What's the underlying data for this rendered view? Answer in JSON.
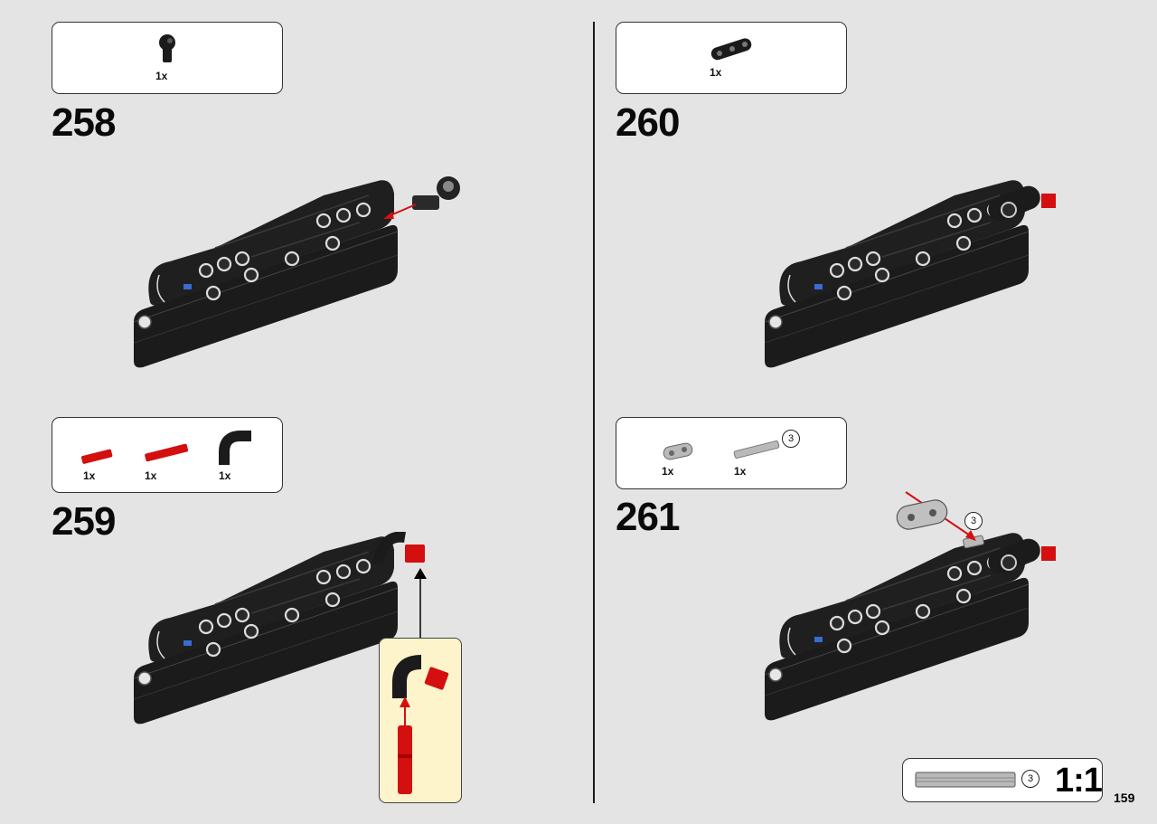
{
  "page_number": "159",
  "steps": [
    {
      "number": "258",
      "parts": [
        {
          "qty": "1x",
          "icon": "angle-connector-icon"
        }
      ]
    },
    {
      "number": "259",
      "parts": [
        {
          "qty": "1x",
          "icon": "red-axle-pin-icon"
        },
        {
          "qty": "1x",
          "icon": "red-axle-pin-long-icon"
        },
        {
          "qty": "1x",
          "icon": "curved-connector-icon"
        }
      ]
    },
    {
      "number": "260",
      "parts": [
        {
          "qty": "1x",
          "icon": "black-beam-3-icon"
        }
      ]
    },
    {
      "number": "261",
      "parts": [
        {
          "qty": "1x",
          "icon": "grey-beam-2-icon"
        },
        {
          "qty": "1x",
          "icon": "grey-axle-3-icon",
          "length": "3"
        }
      ],
      "callout_length": "3"
    }
  ],
  "scale_box": {
    "length": "3",
    "text": "1:1"
  },
  "colors": {
    "black": "#1b1b1b",
    "red": "#d40f0f",
    "grey": "#b9b9b9",
    "callout": "#fdf4cc",
    "background": "#e4e4e4"
  }
}
